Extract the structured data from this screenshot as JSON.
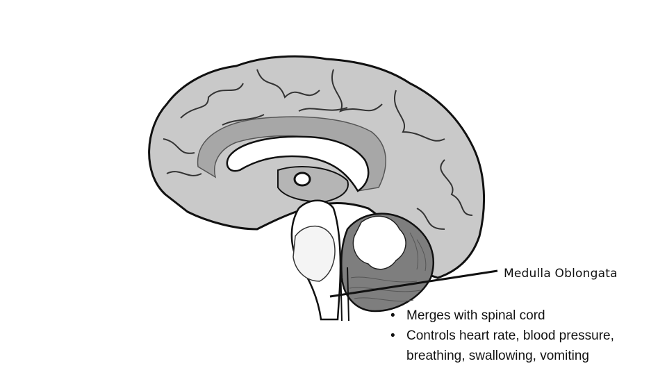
{
  "diagram": {
    "label": "Medulla Oblongata",
    "bullets": [
      "Merges with spinal cord",
      "Controls heart rate, blood pressure, breathing, swallowing, vomiting"
    ]
  },
  "colors": {
    "cortex": "#c9c9c9",
    "inner_band": "#a7a7a7",
    "cerebellum": "#7e7e7e",
    "outline": "#111111"
  }
}
